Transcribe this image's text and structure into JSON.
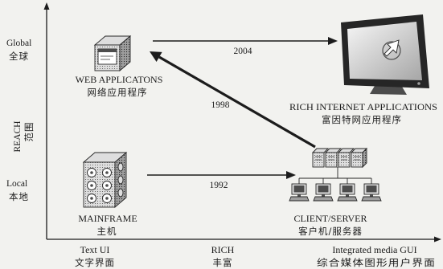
{
  "axes": {
    "reach": {
      "label_en": "REACH",
      "label_zh": "范围",
      "high_en": "Global",
      "high_zh": "全球",
      "low_en": "Local",
      "low_zh": "本地"
    },
    "richness": [
      {
        "label_en": "Text UI",
        "label_zh": "文字界面"
      },
      {
        "label_en": "RICH",
        "label_zh": "丰富"
      },
      {
        "label_en": "Integrated media GUI",
        "label_zh": "综合媒体图形用户界面"
      }
    ]
  },
  "nodes": {
    "web_applications": {
      "label_en": "WEB APPLICATONS",
      "label_zh": "网络应用程序",
      "icon": "web-application-icon"
    },
    "rich_internet_applications": {
      "label_en": "RICH INTERNET APPLICATIONS",
      "label_zh": "富因特网应用程序",
      "icon": "monitor-cursor-icon"
    },
    "mainframe": {
      "label_en": "MAINFRAME",
      "label_zh": "主机",
      "icon": "mainframe-icon"
    },
    "client_server": {
      "label_en": "CLIENT/SERVER",
      "label_zh": "客户机/服务器",
      "icon": "client-server-network-icon"
    }
  },
  "transitions": {
    "mainframe_to_client_server": {
      "year": "1992"
    },
    "client_server_to_web_applications": {
      "year": "1998"
    },
    "web_applications_to_rich_internet_applications": {
      "year": "2004"
    }
  },
  "colors": {
    "ink": "#1c1c1c",
    "paper": "#f2f2ef",
    "icon_light": "#dedede",
    "icon_mid": "#9e9e9e",
    "icon_dark": "#4c4c4c",
    "icon_black": "#262626",
    "screen_light": "#f6f6f6",
    "screen_dark": "#a6a6a6"
  }
}
